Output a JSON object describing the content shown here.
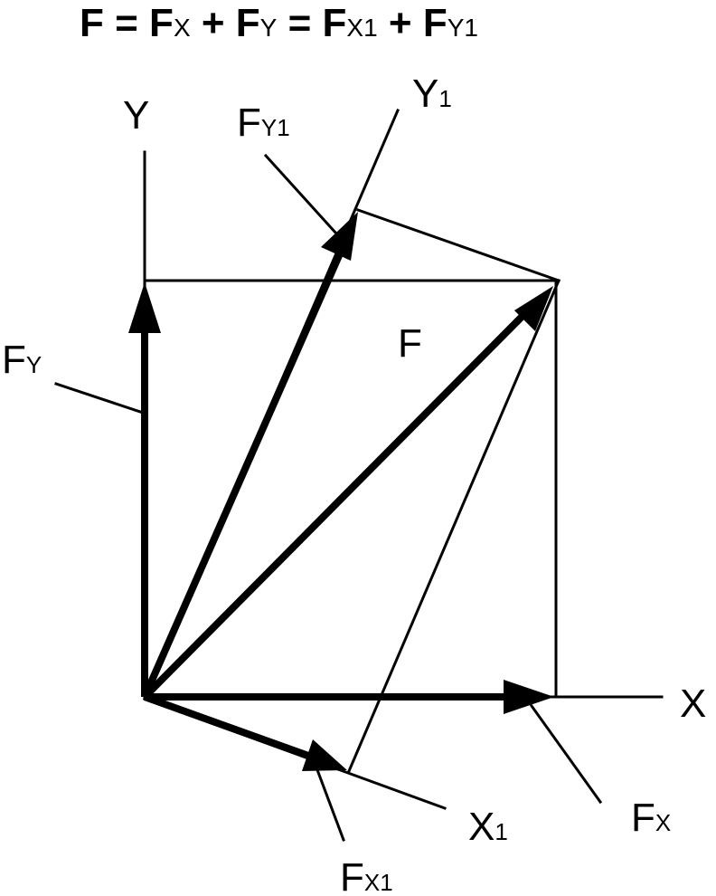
{
  "equation": {
    "t1": "F",
    "t2": " = ",
    "t3": "F",
    "t4": "X",
    "t5": " + ",
    "t6": "F",
    "t7": "Y",
    "t8": " = ",
    "t9": "F",
    "t10": "X1",
    "t11": " + ",
    "t12": "F",
    "t13": "Y1"
  },
  "labels": {
    "y_axis": "Y",
    "x_axis": "X",
    "y1_axis_main": "Y",
    "y1_axis_sub": "1",
    "x1_axis_main": "X",
    "x1_axis_sub": "1",
    "f_main": "F",
    "fy_main": "F",
    "fy_sub": "Y",
    "fx_main": "F",
    "fx_sub": "X",
    "fy1_main": "F",
    "fy1_sub": "Y1",
    "fx1_main": "F",
    "fx1_sub": "X1"
  },
  "colors": {
    "ink": "#000000",
    "background": "#ffffff"
  }
}
